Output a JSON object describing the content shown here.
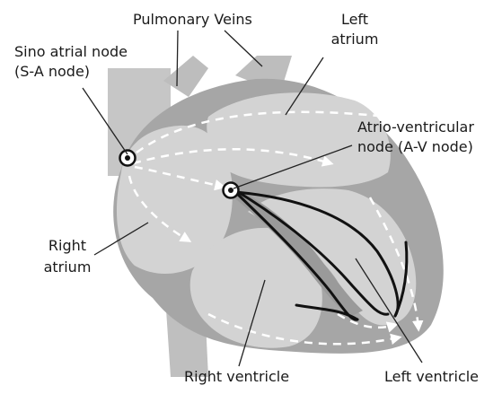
{
  "diagram": {
    "labels": {
      "pulmonary_veins": "Pulmonary Veins",
      "left_atrium_1": "Left",
      "left_atrium_2": "atrium",
      "sa_node_1": "Sino atrial node",
      "sa_node_2": "(S-A node)",
      "av_node_1": "Atrio-ventricular",
      "av_node_2": "node (A-V node)",
      "right_atrium_1": "Right",
      "right_atrium_2": "atrium",
      "right_ventricle": "Right ventricle",
      "left_ventricle": "Left ventricle"
    },
    "colors": {
      "outer_wall": "#a6a6a6",
      "chamber": "#d3d3d3",
      "septum": "#9a9a9a",
      "conduction_path": "#111111",
      "signal_arrows": "#ffffff",
      "leader_lines": "#222222"
    }
  }
}
